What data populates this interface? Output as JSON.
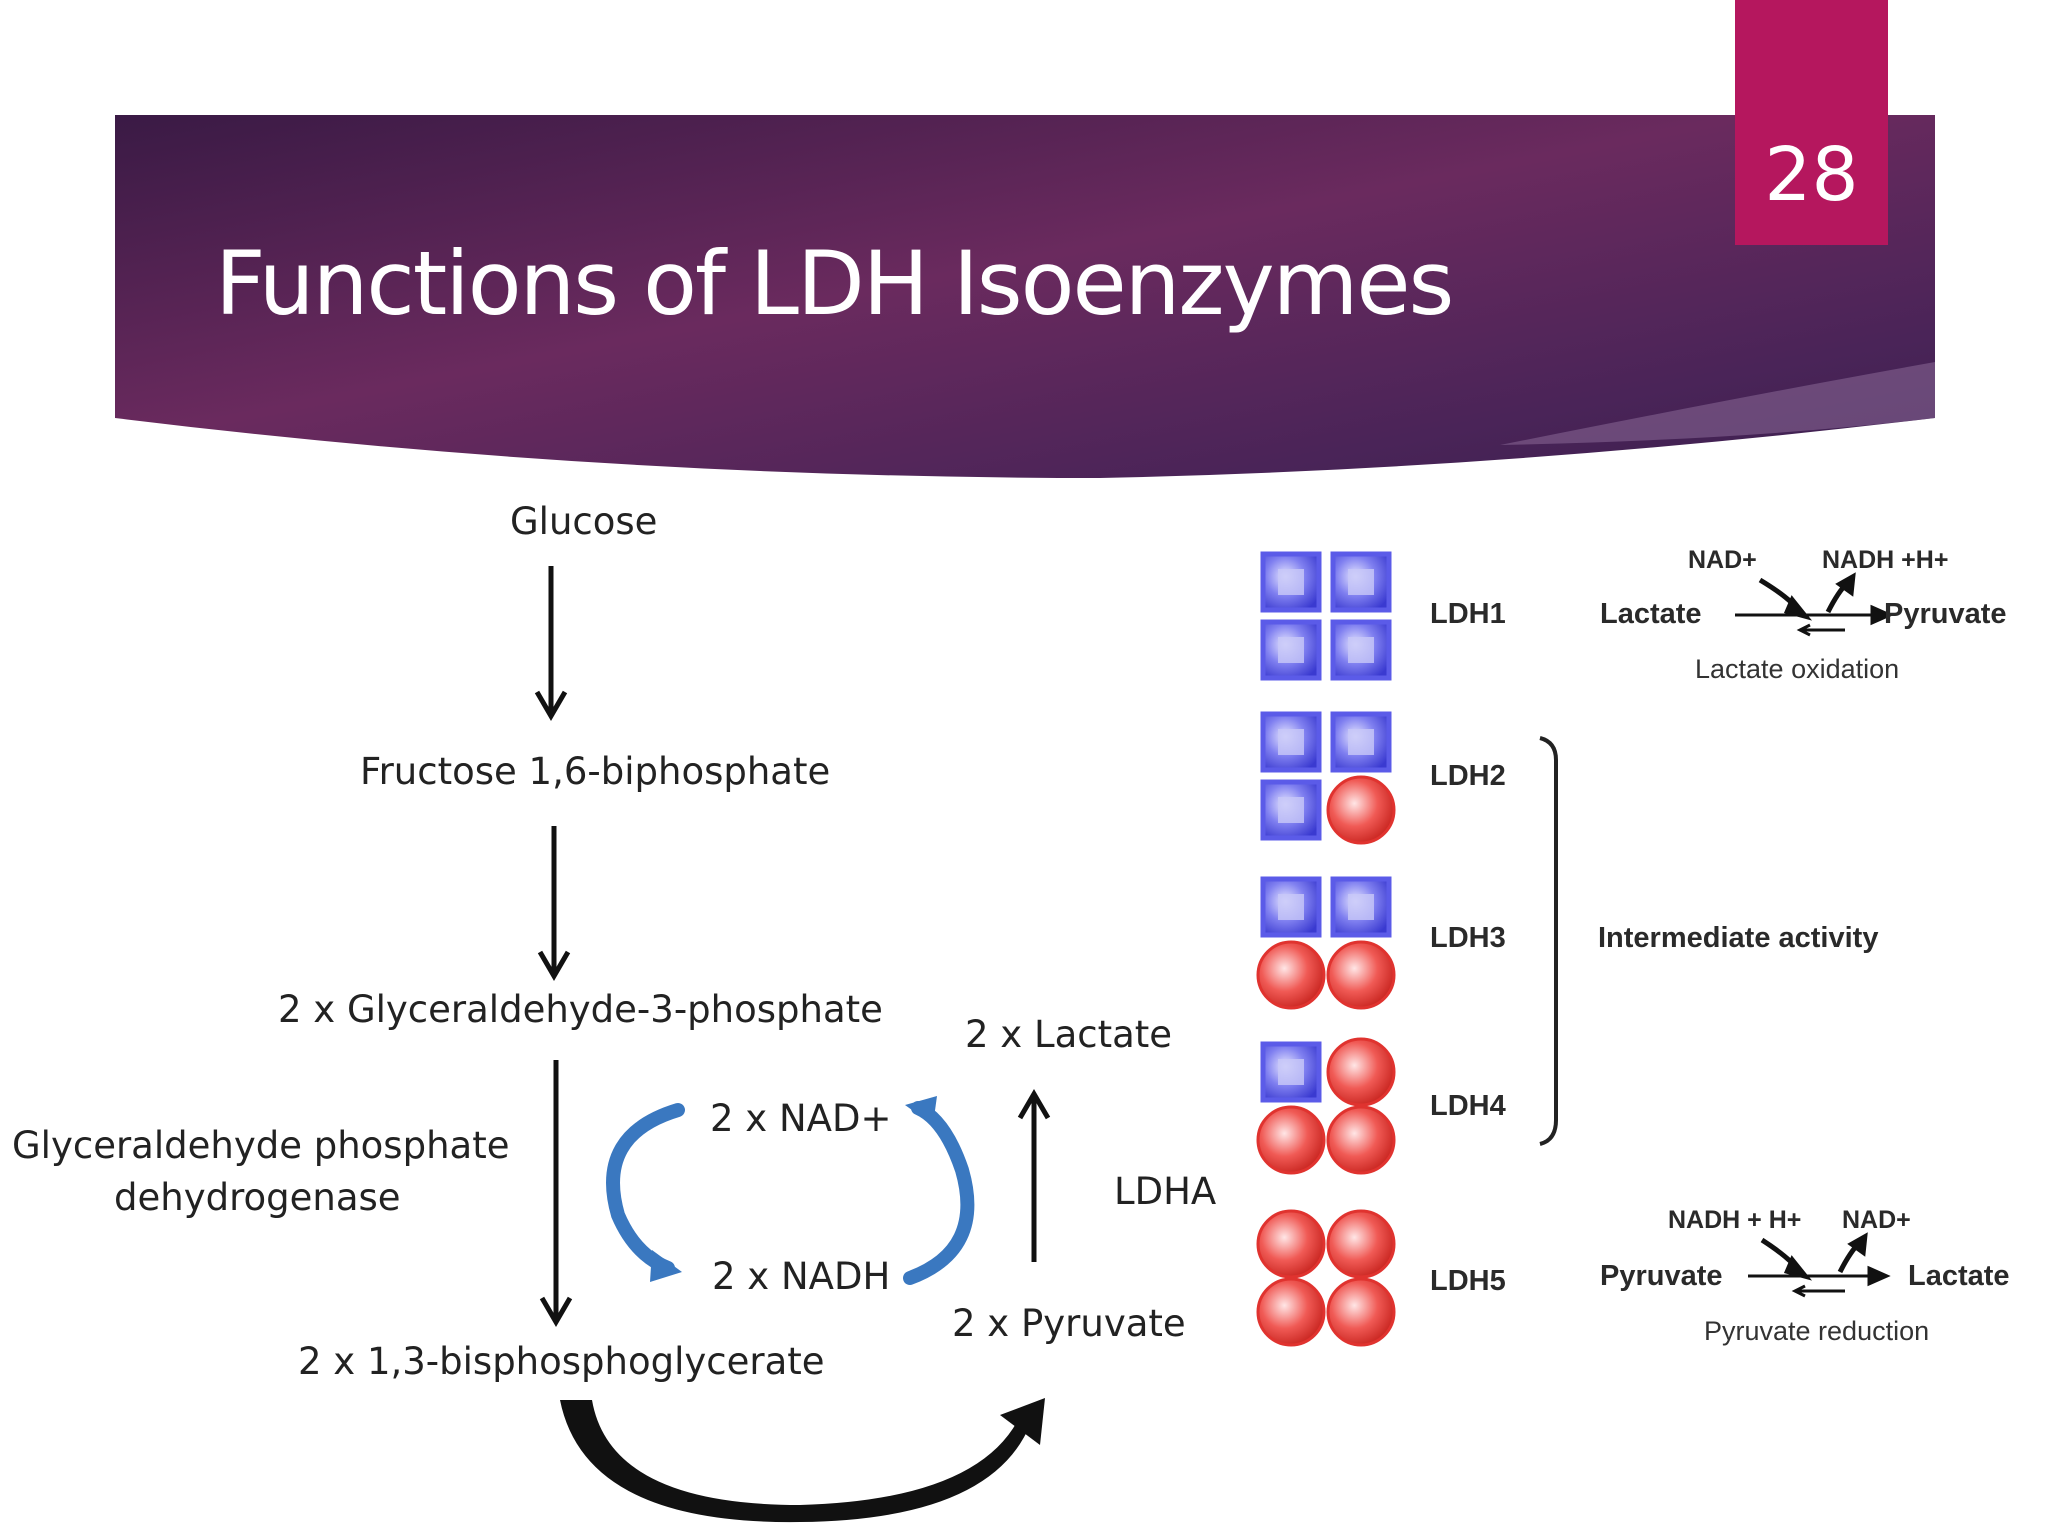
{
  "slide": {
    "title": "Functions of LDH Isoenzymes",
    "page_number": "28"
  },
  "pathway": {
    "glucose": "Glucose",
    "fructose": "Fructose 1,6-biphosphate",
    "g3p": "2 x Glyceraldehyde-3-phosphate",
    "enzyme_line1": "Glyceraldehyde phosphate",
    "enzyme_line2": "dehydrogenase",
    "nad": "2 x NAD+",
    "nadh": "2 x NADH",
    "bpg": "2 x 1,3-bisphosphoglycerate",
    "pyruvate": "2 x Pyruvate",
    "lactate": "2 x Lactate",
    "ldha": "LDHA"
  },
  "isoenzymes": {
    "items": [
      {
        "label": "LDH1",
        "subunits": [
          "H",
          "H",
          "H",
          "H"
        ]
      },
      {
        "label": "LDH2",
        "subunits": [
          "H",
          "H",
          "H",
          "M"
        ]
      },
      {
        "label": "LDH3",
        "subunits": [
          "H",
          "H",
          "M",
          "M"
        ]
      },
      {
        "label": "LDH4",
        "subunits": [
          "H",
          "M",
          "M",
          "M"
        ]
      },
      {
        "label": "LDH5",
        "subunits": [
          "M",
          "M",
          "M",
          "M"
        ]
      }
    ],
    "intermediate": "Intermediate activity",
    "ldh1_reaction": {
      "substrate": "Lactate",
      "product": "Pyruvate",
      "cofactor_in": "NAD+",
      "cofactor_out": "NADH +H+",
      "caption": "Lactate oxidation"
    },
    "ldh5_reaction": {
      "substrate": "Pyruvate",
      "product": "Lactate",
      "cofactor_in": "NADH + H+",
      "cofactor_out": "NAD+",
      "caption": "Pyruvate reduction"
    }
  },
  "colors": {
    "banner_dark": "#3b1c45",
    "banner_mid": "#6b2a5c",
    "page_box": "#b5175e",
    "square_fill": "#5b5be8",
    "circle_fill": "#e0332f",
    "curved_arrow": "#3a78c0"
  }
}
